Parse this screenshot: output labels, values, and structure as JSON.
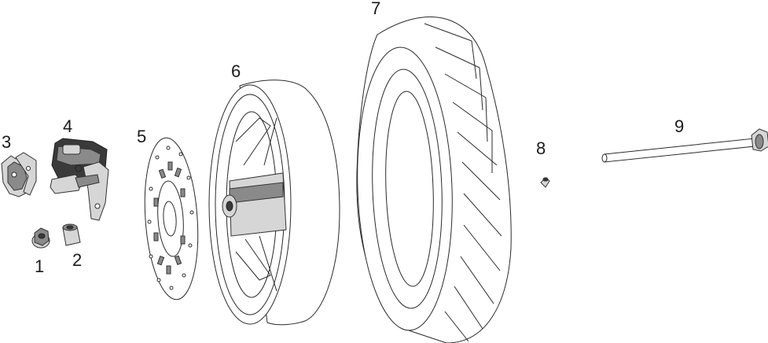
{
  "parts": [
    {
      "number": "1",
      "icon": "flange-nut-icon"
    },
    {
      "number": "2",
      "icon": "spacer-bushing-icon"
    },
    {
      "number": "3",
      "icon": "brake-pads-icon"
    },
    {
      "number": "4",
      "icon": "brake-caliper-icon"
    },
    {
      "number": "5",
      "icon": "brake-disc-icon"
    },
    {
      "number": "6",
      "icon": "hub-motor-wheel-icon"
    },
    {
      "number": "7",
      "icon": "tire-icon"
    },
    {
      "number": "8",
      "icon": "valve-icon"
    },
    {
      "number": "9",
      "icon": "axle-bolt-icon"
    }
  ]
}
